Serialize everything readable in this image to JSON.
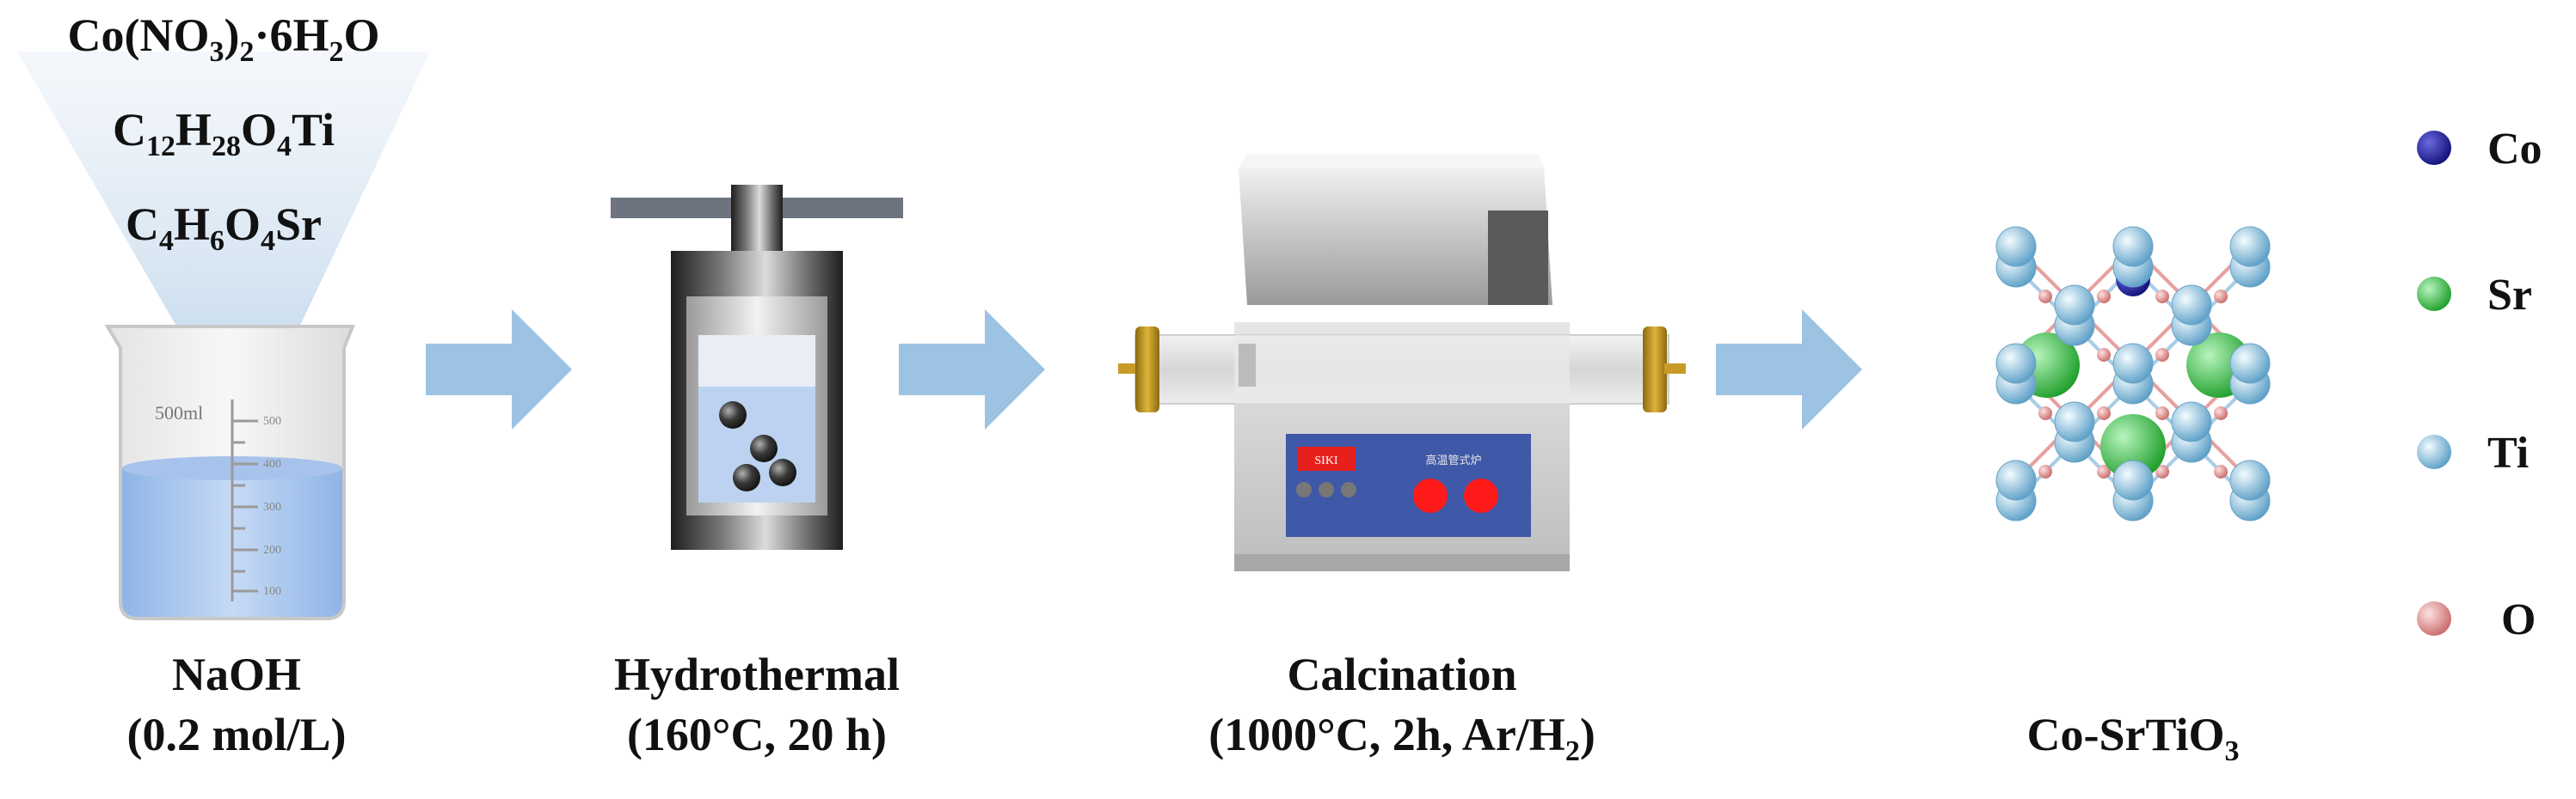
{
  "reagents": {
    "co_salt": [
      "Co(NO",
      "3",
      ")",
      "2",
      "·6H",
      "2",
      "O"
    ],
    "ti_source": [
      "C",
      "12",
      "H",
      "28",
      "O",
      "4",
      "Ti"
    ],
    "sr_source": [
      "C",
      "4",
      "H",
      "6",
      "O",
      "4",
      "Sr"
    ]
  },
  "beaker": {
    "volume_label": "500ml",
    "scale": [
      "500",
      "400",
      "300",
      "200",
      "100"
    ]
  },
  "steps": {
    "step1": {
      "line1": "NaOH",
      "line2": "(0.2 mol/L)"
    },
    "step2": {
      "line1": "Hydrothermal",
      "line2": "(160°C, 20 h)"
    },
    "step3": {
      "line1": "Calcination",
      "line2_a": "(1000°C, 2h, Ar/H",
      "line2_sub": "2",
      "line2_b": ")"
    },
    "step4": {
      "product_a": "Co-SrTiO",
      "product_sub": "3"
    }
  },
  "furnace": {
    "display": "SIKI",
    "brand": "高温管式炉"
  },
  "legend": [
    {
      "label": "Co",
      "color": "#1a1a9a"
    },
    {
      "label": "Sr",
      "color": "#2fbf3a"
    },
    {
      "label": "Ti",
      "color": "#8fc8e6"
    },
    {
      "label": "O",
      "color": "#e08a8a"
    }
  ],
  "colors": {
    "arrow": "#9cc3e3",
    "bond_red": "#e8a0a0",
    "bond_blue": "#a9cde6"
  }
}
